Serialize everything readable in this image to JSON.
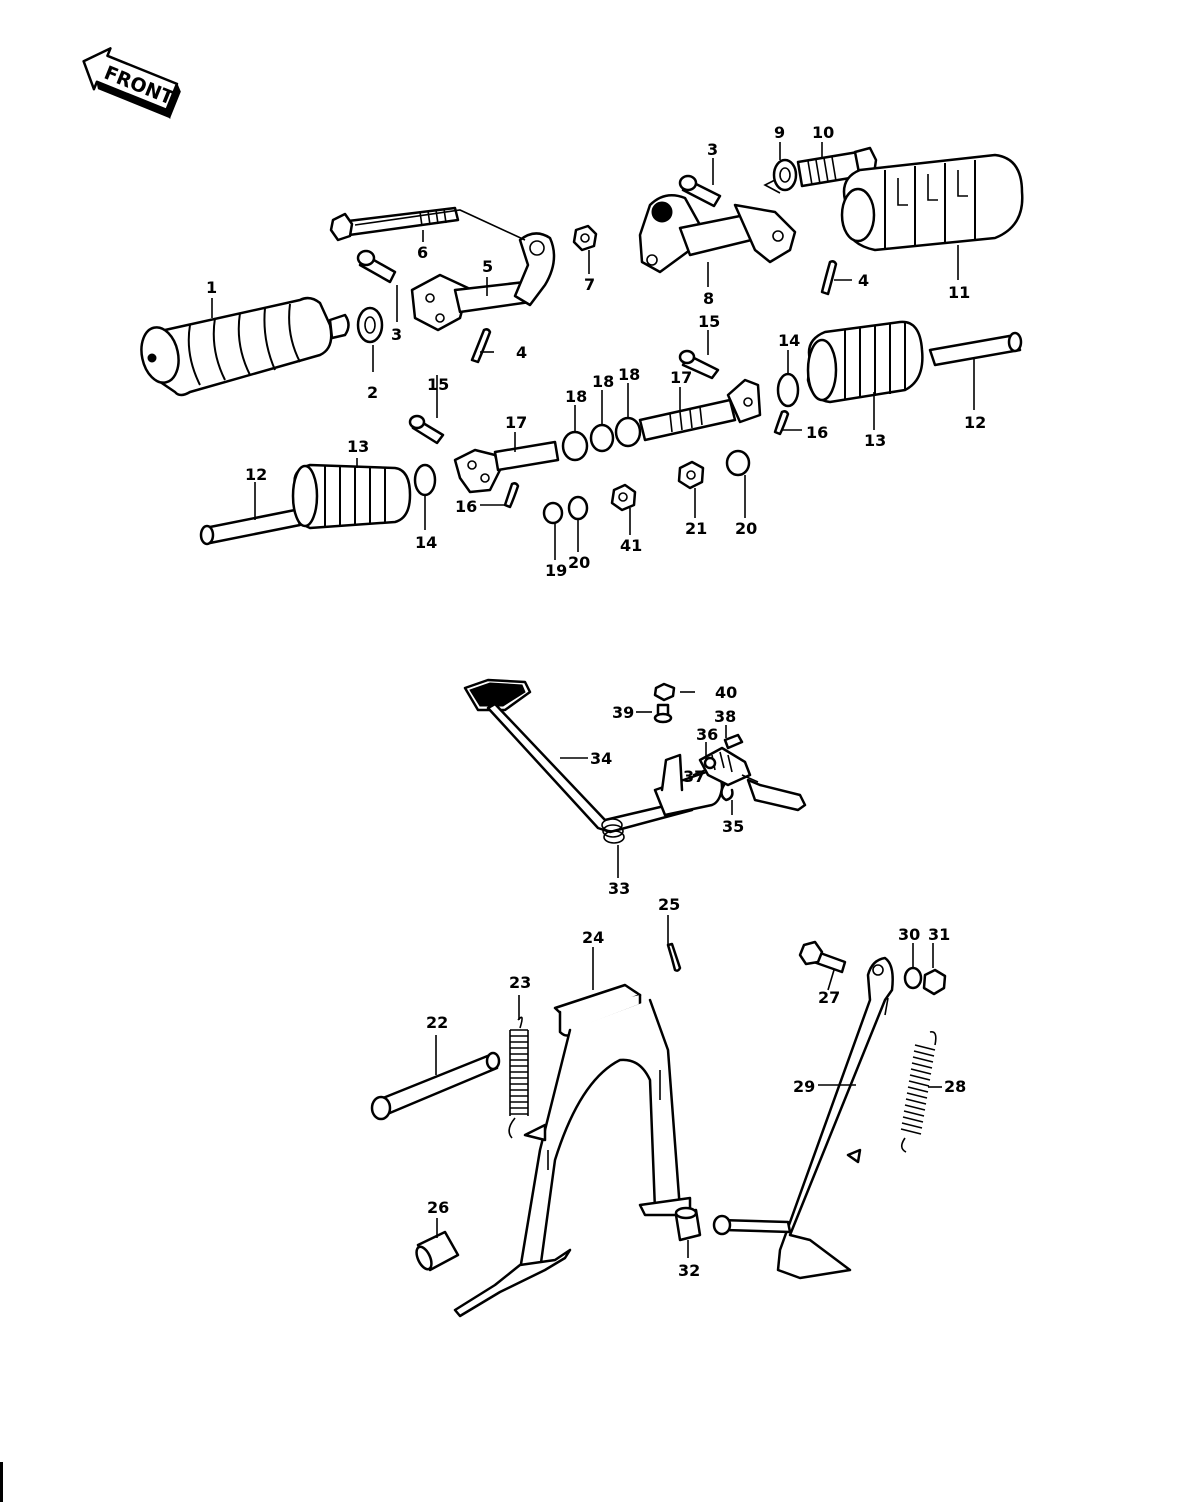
{
  "orientation_badge": {
    "text": "FRONT"
  },
  "callouts": {
    "c1": "1",
    "c2": "2",
    "c3a": "3",
    "c3b": "3",
    "c4a": "4",
    "c4b": "4",
    "c5": "5",
    "c6": "6",
    "c7": "7",
    "c8": "8",
    "c9": "9",
    "c10": "10",
    "c11": "11",
    "c12a": "12",
    "c12b": "12",
    "c13a": "13",
    "c13b": "13",
    "c14a": "14",
    "c14b": "14",
    "c15a": "15",
    "c15b": "15",
    "c16a": "16",
    "c16b": "16",
    "c17a": "17",
    "c17b": "17",
    "c18a": "18",
    "c18b": "18",
    "c18c": "18",
    "c19": "19",
    "c20a": "20",
    "c20b": "20",
    "c21": "21",
    "c41": "41",
    "c22": "22",
    "c23": "23",
    "c24": "24",
    "c25": "25",
    "c26": "26",
    "c27": "27",
    "c28": "28",
    "c29": "29",
    "c30": "30",
    "c31": "31",
    "c32": "32",
    "c33": "33",
    "c34": "34",
    "c35": "35",
    "c36": "36",
    "c37": "37",
    "c38": "38",
    "c39": "39",
    "c40": "40"
  }
}
